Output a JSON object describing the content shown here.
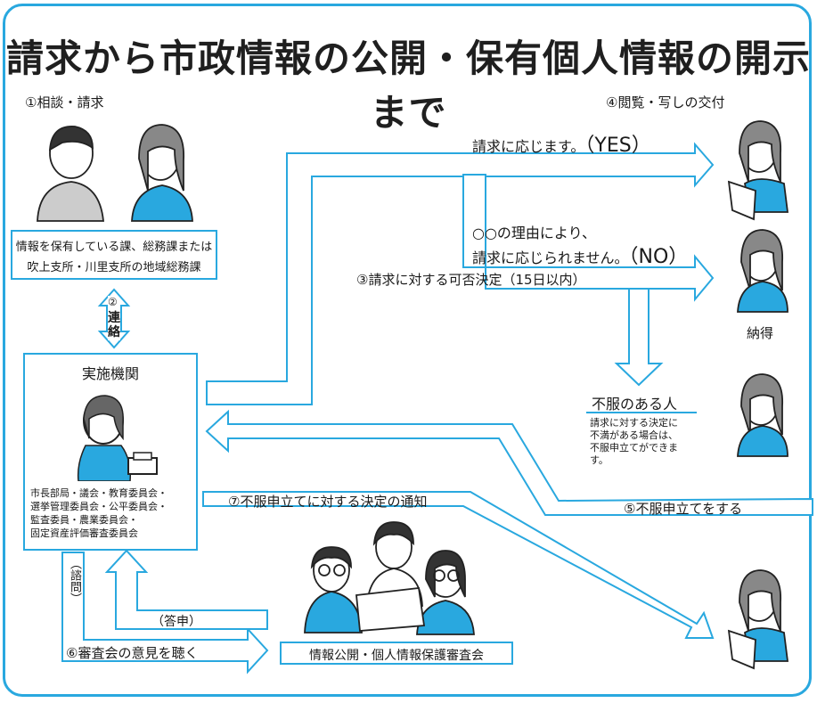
{
  "title": "請求から市政情報の公開・保有個人情報の開示まで",
  "steps": {
    "consult": "①相談・請求",
    "renraku_num": "②",
    "renraku_1": "連",
    "renraku_2": "絡",
    "decision": "③請求に対する可否決定（15日以内）",
    "view": "④閲覧・写しの交付",
    "objection": "⑤不服申立てをする",
    "council_opinion": "⑥審査会の意見を聴く",
    "decision_notice": "⑦不服申立てに対する決定の通知"
  },
  "section_box": {
    "line1": "情報を保有している課、総務課または",
    "line2": "吹上支所・川里支所の地域総務課"
  },
  "agency": {
    "title": "実施機関",
    "members": [
      "市長部局・議会・教育委員会・",
      "選挙管理委員会・公平委員会・",
      "監査委員・農業委員会・",
      "固定資産評価審査委員会"
    ]
  },
  "yes_text": {
    "main": "請求に応じます。",
    "tag": "（YES）"
  },
  "no_text": {
    "line1": "○○の理由により、",
    "main": "請求に応じられません。",
    "tag": "（NO）"
  },
  "nattoku": "納得",
  "objector": {
    "title": "不服のある人",
    "lines": [
      "請求に対する決定に",
      "不満がある場合は、",
      "不服申立てができま",
      "す。"
    ]
  },
  "council": "情報公開・個人情報保護審査会",
  "shimon": "（諮問）",
  "toushin": "（答申）",
  "colors": {
    "accent": "#29a8df",
    "shirt": "#29a8df",
    "text": "#1a1a1a"
  }
}
